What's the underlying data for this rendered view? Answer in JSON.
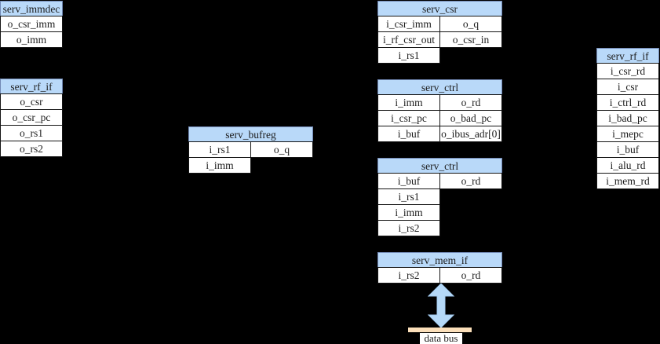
{
  "diagram": {
    "modules": [
      {
        "id": "immdec-top-left",
        "title": "serv_immdec",
        "cols": 1,
        "rows": [
          [
            "o_csr_imm"
          ],
          [
            "o_imm"
          ]
        ]
      },
      {
        "id": "rf-if-left",
        "title": "serv_rf_if",
        "cols": 1,
        "rows": [
          [
            "o_csr"
          ],
          [
            "o_csr_pc"
          ],
          [
            "o_rs1"
          ],
          [
            "o_rs2"
          ]
        ]
      },
      {
        "id": "bufreg-center",
        "title": "serv_bufreg",
        "cols": 2,
        "rows": [
          [
            "i_rs1",
            "o_q"
          ],
          [
            "i_imm"
          ]
        ]
      },
      {
        "id": "csr-top",
        "title": "serv_csr",
        "cols": 2,
        "rows": [
          [
            "i_csr_imm",
            "o_q"
          ],
          [
            "i_rf_csr_out",
            "o_csr_in"
          ],
          [
            "i_rs1"
          ]
        ]
      },
      {
        "id": "ctrl-upper",
        "title": "serv_ctrl",
        "cols": 2,
        "rows": [
          [
            "i_imm",
            "o_rd"
          ],
          [
            "i_csr_pc",
            "o_bad_pc"
          ],
          [
            "i_buf",
            "o_ibus_adr[0]"
          ]
        ]
      },
      {
        "id": "ctrl-lower",
        "title": "serv_ctrl",
        "cols": 2,
        "rows": [
          [
            "i_buf",
            "o_rd"
          ],
          [
            "i_rs1"
          ],
          [
            "i_imm"
          ],
          [
            "i_rs2"
          ]
        ]
      },
      {
        "id": "rf-if-right",
        "title": "serv_rf_if",
        "cols": 1,
        "rows": [
          [
            "i_csr_rd"
          ],
          [
            "i_csr"
          ],
          [
            "i_ctrl_rd"
          ],
          [
            "i_bad_pc"
          ],
          [
            "i_mepc"
          ],
          [
            "i_buf"
          ],
          [
            "i_alu_rd"
          ],
          [
            "i_mem_rd"
          ]
        ]
      },
      {
        "id": "mem-if-bottom",
        "title": "serv_mem_if",
        "cols": 2,
        "rows": [
          [
            "i_rs2",
            "o_rd"
          ]
        ]
      }
    ],
    "bus": {
      "label": "data bus",
      "arrow_icon": "vertical-double-arrow-icon"
    },
    "colors": {
      "background": "#000000",
      "header_fill": "#b9d9f9",
      "header_border": "#7289b5",
      "cell_fill": "#ffffff",
      "cell_border": "#141414",
      "text": "#1b1b1b",
      "arrow_fill": "#b5d9f8",
      "bus_bar_fill": "#fbdfba"
    }
  }
}
